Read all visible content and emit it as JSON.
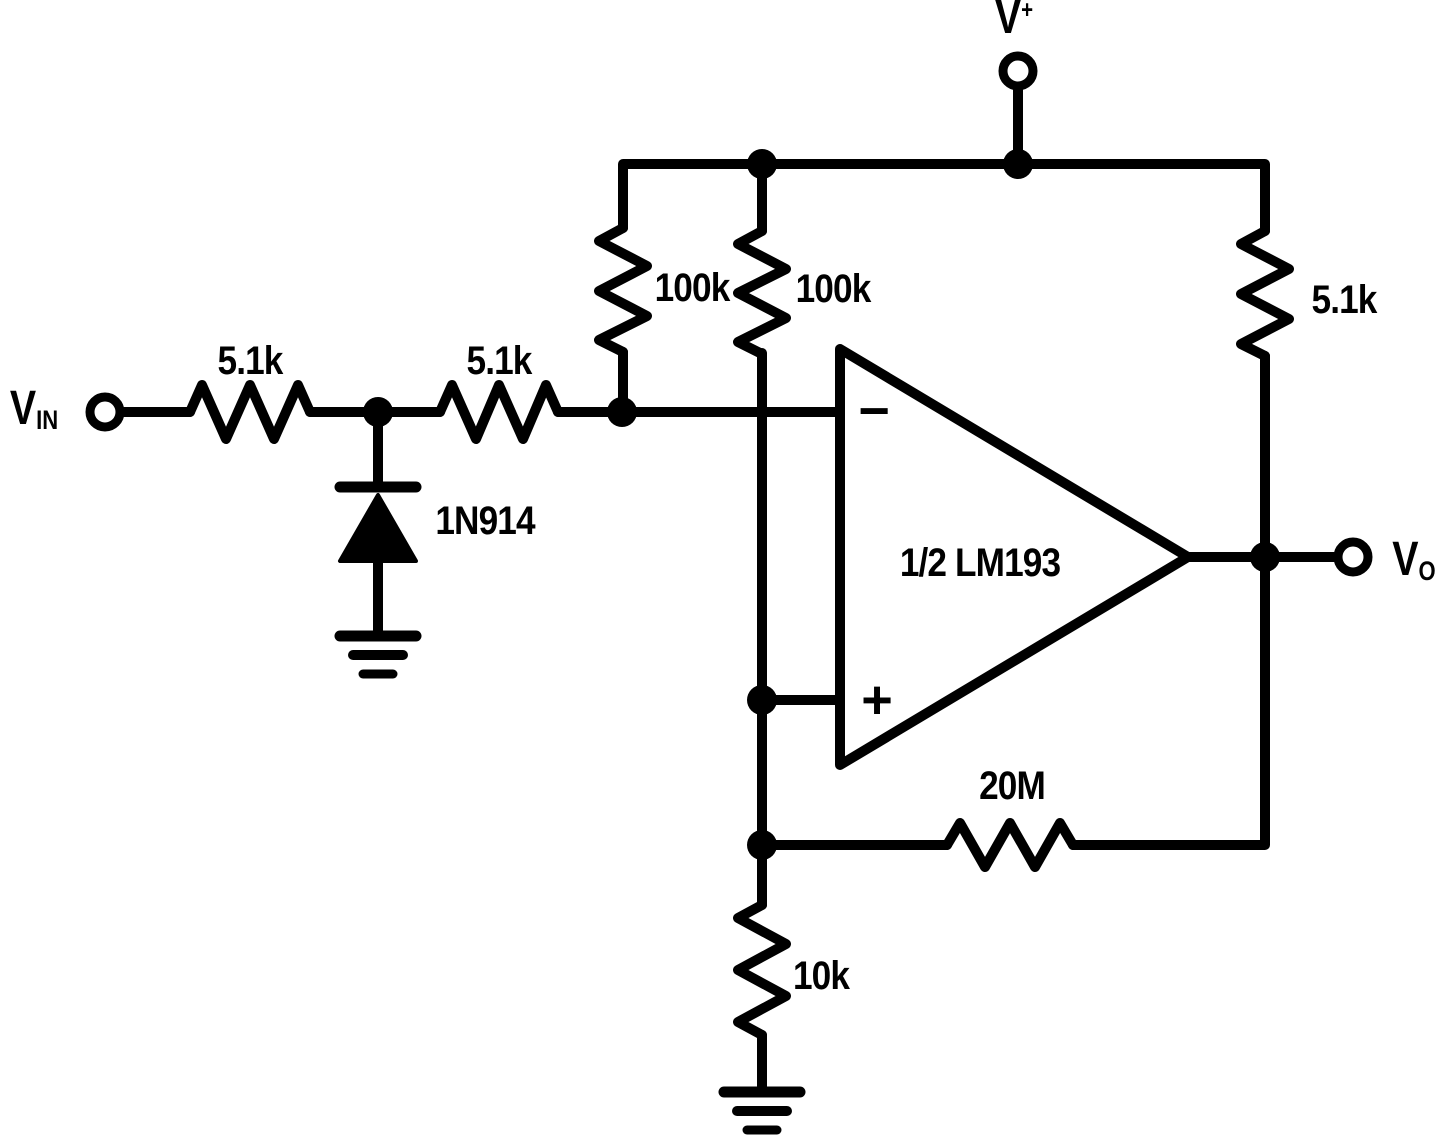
{
  "schematic": {
    "power_terminal": {
      "base": "V",
      "sup": "+"
    },
    "input_terminal": {
      "base": "V",
      "sub": "IN"
    },
    "output_terminal": {
      "base": "V",
      "sub": "O"
    },
    "opamp": {
      "label": "1/2 LM193",
      "inverting_input_sign": "−",
      "noninverting_input_sign": "+"
    },
    "resistors": {
      "input_first": "5.1k",
      "input_second": "5.1k",
      "pullup_inverting": "100k",
      "pullup_noninverting": "100k",
      "output_pullup": "5.1k",
      "feedback": "20M",
      "to_ground": "10k"
    },
    "diode": {
      "label": "1N914"
    }
  }
}
